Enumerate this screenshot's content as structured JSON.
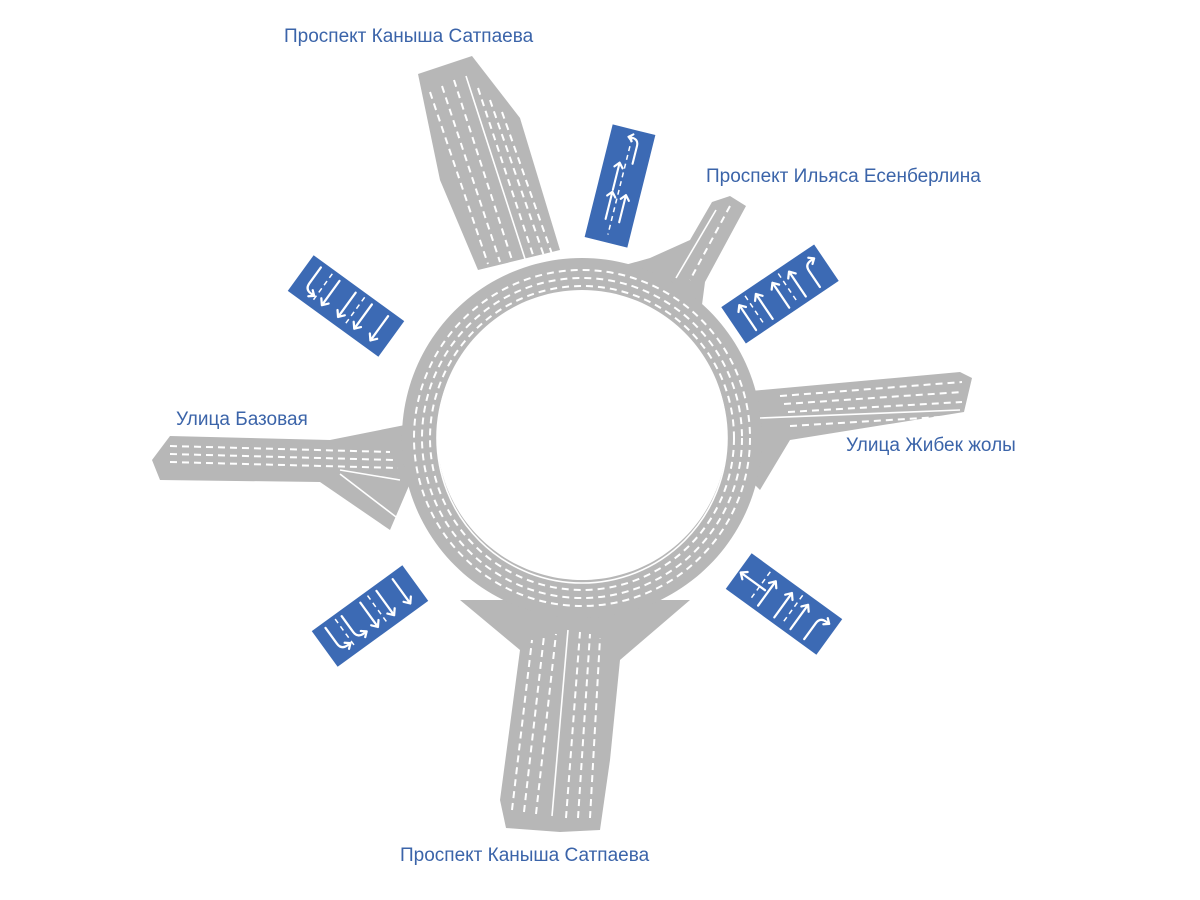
{
  "colors": {
    "road": "#b7b7b7",
    "markings": "#ffffff",
    "label": "#3b64a9",
    "sign": "#3c6ab4"
  },
  "streets": [
    {
      "id": "north",
      "label": "Проспект Каныша Сатпаева"
    },
    {
      "id": "northeast",
      "label": "Проспект Ильяса Есенберлина"
    },
    {
      "id": "west",
      "label": "Улица Базовая"
    },
    {
      "id": "east",
      "label": "Улица Жибек жолы"
    },
    {
      "id": "south",
      "label": "Проспект Каныша Сатпаева"
    }
  ],
  "lane_signs": [
    {
      "id": "north",
      "arrow_icons": [
        "left-turn-icon",
        "left-turn-icon",
        "straight-arrow-icon",
        "straight-arrow-icon",
        "straight-arrow-icon"
      ]
    },
    {
      "id": "northeast",
      "arrow_icons": [
        "straight-arrow-icon",
        "straight-arrow-icon",
        "straight-arrow-icon",
        "straight-arrow-icon",
        "right-turn-icon"
      ]
    },
    {
      "id": "northwest",
      "arrow_icons": [
        "left-turn-icon",
        "straight-arrow-icon",
        "straight-arrow-icon",
        "straight-arrow-icon",
        "straight-arrow-icon"
      ]
    },
    {
      "id": "southeast",
      "arrow_icons": [
        "straight-arrow-icon",
        "straight-arrow-icon",
        "straight-arrow-icon",
        "straight-arrow-icon",
        "right-turn-icon"
      ]
    },
    {
      "id": "southwest",
      "arrow_icons": [
        "left-turn-icon",
        "left-turn-icon",
        "straight-arrow-icon",
        "straight-arrow-icon",
        "straight-arrow-icon"
      ]
    }
  ]
}
